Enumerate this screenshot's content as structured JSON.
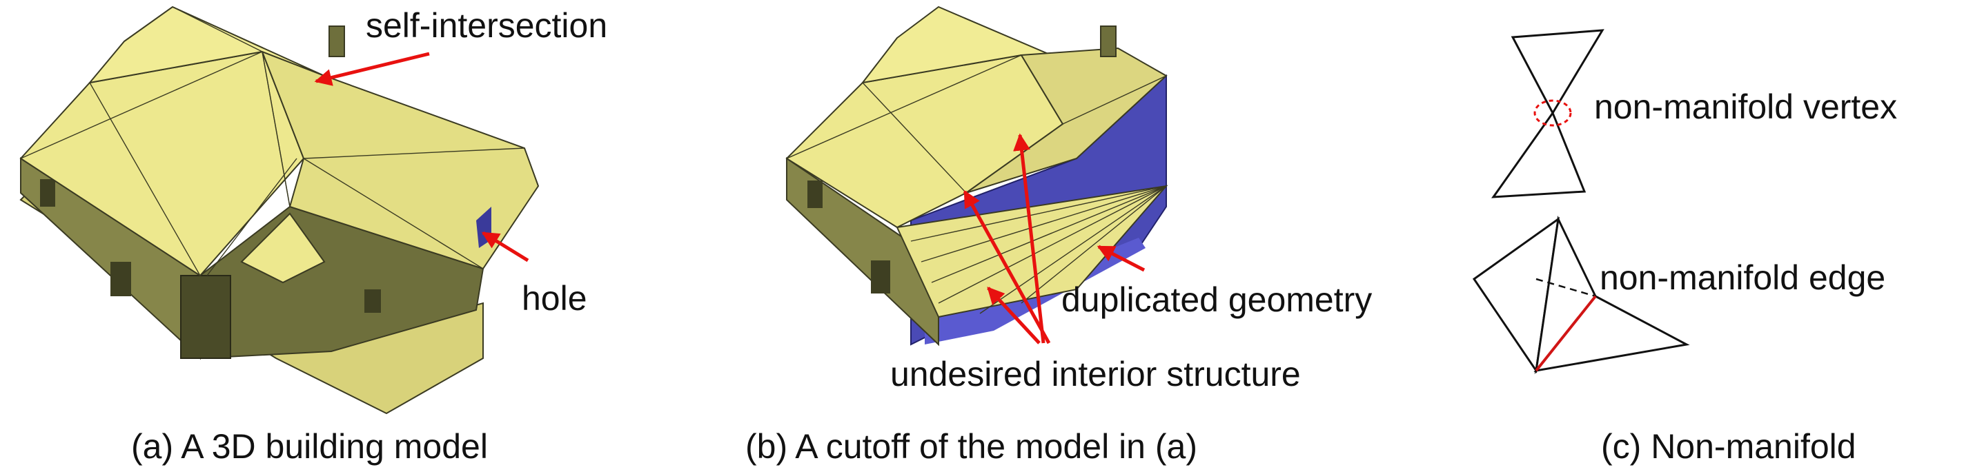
{
  "colors": {
    "roof": "#ede88e",
    "wall": "#86864a",
    "wall_dark": "#5c5d33",
    "edge": "#3a3a22",
    "interior_blue": "#4a4ab5",
    "arrow": "#e8110f",
    "highlight_edge": "#d01515",
    "outline": "#111111"
  },
  "panel_a": {
    "annotations": {
      "self_intersection": "self-intersection",
      "hole": "hole"
    },
    "caption": "(a) A 3D building model"
  },
  "panel_b": {
    "annotations": {
      "duplicated_geometry": "duplicated geometry",
      "undesired_interior": "undesired interior structure"
    },
    "caption": "(b) A cutoff of the model in (a)"
  },
  "panel_c": {
    "annotations": {
      "vertex": "non-manifold vertex",
      "edge": "non-manifold edge"
    },
    "caption": "(c) Non-manifold"
  }
}
